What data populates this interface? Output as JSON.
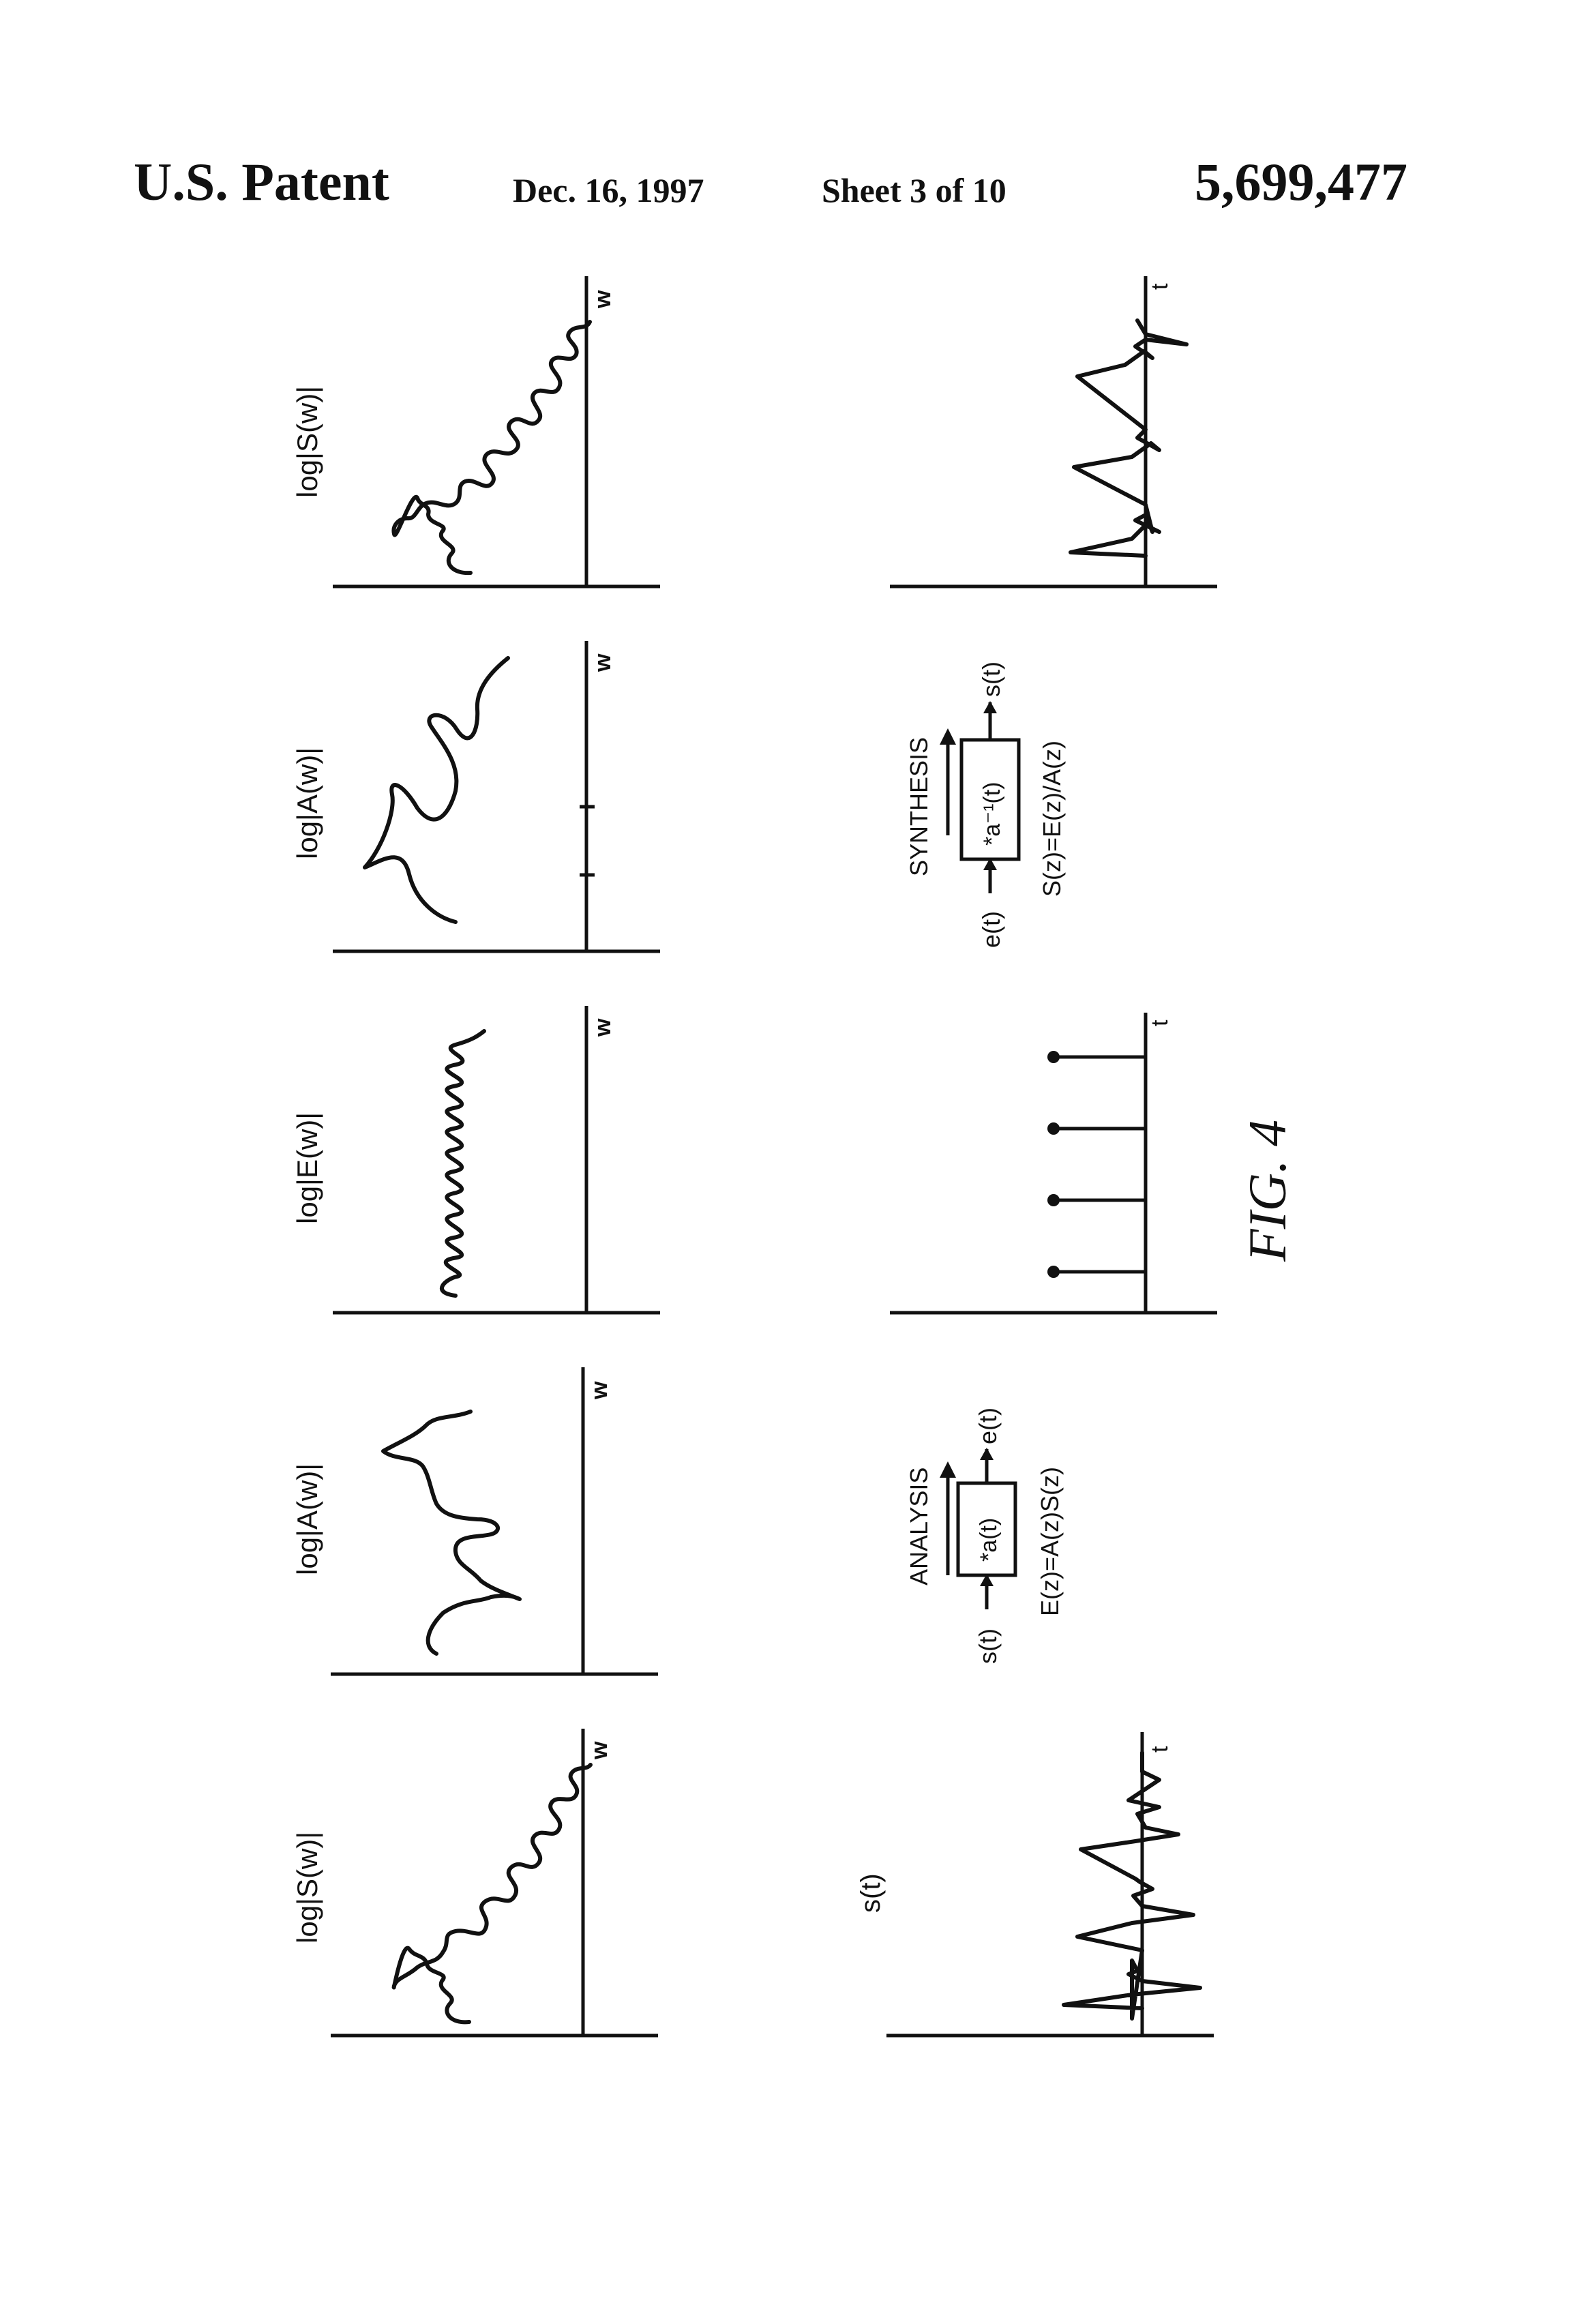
{
  "header": {
    "title": "U.S. Patent",
    "date": "Dec. 16, 1997",
    "sheet": "Sheet 3 of 10",
    "patent_number": "5,699,477"
  },
  "spectra": {
    "panel1_label": "log|S(w)|",
    "panel2_label": "log|A(w)|",
    "panel3_label": "log|E(w)|",
    "panel4_label": "log|A(w)|",
    "panel5_label": "log|S(w)|",
    "axis_label": "w"
  },
  "time": {
    "top_axis_label": "t",
    "pulse_axis_label": "t",
    "bottom_axis_label": "t",
    "bottom_label": "s(t)"
  },
  "synthesis": {
    "title": "SYNTHESIS",
    "input": "e(t)",
    "box": "*a⁻¹(t)",
    "output": "s(t)",
    "equation": "S(z)=E(z)/A(z)"
  },
  "analysis": {
    "title": "ANALYSIS",
    "input": "s(t)",
    "box": "*a(t)",
    "output": "e(t)",
    "equation": "E(z)=A(z)S(z)"
  },
  "figure_label": "FIG. 4"
}
